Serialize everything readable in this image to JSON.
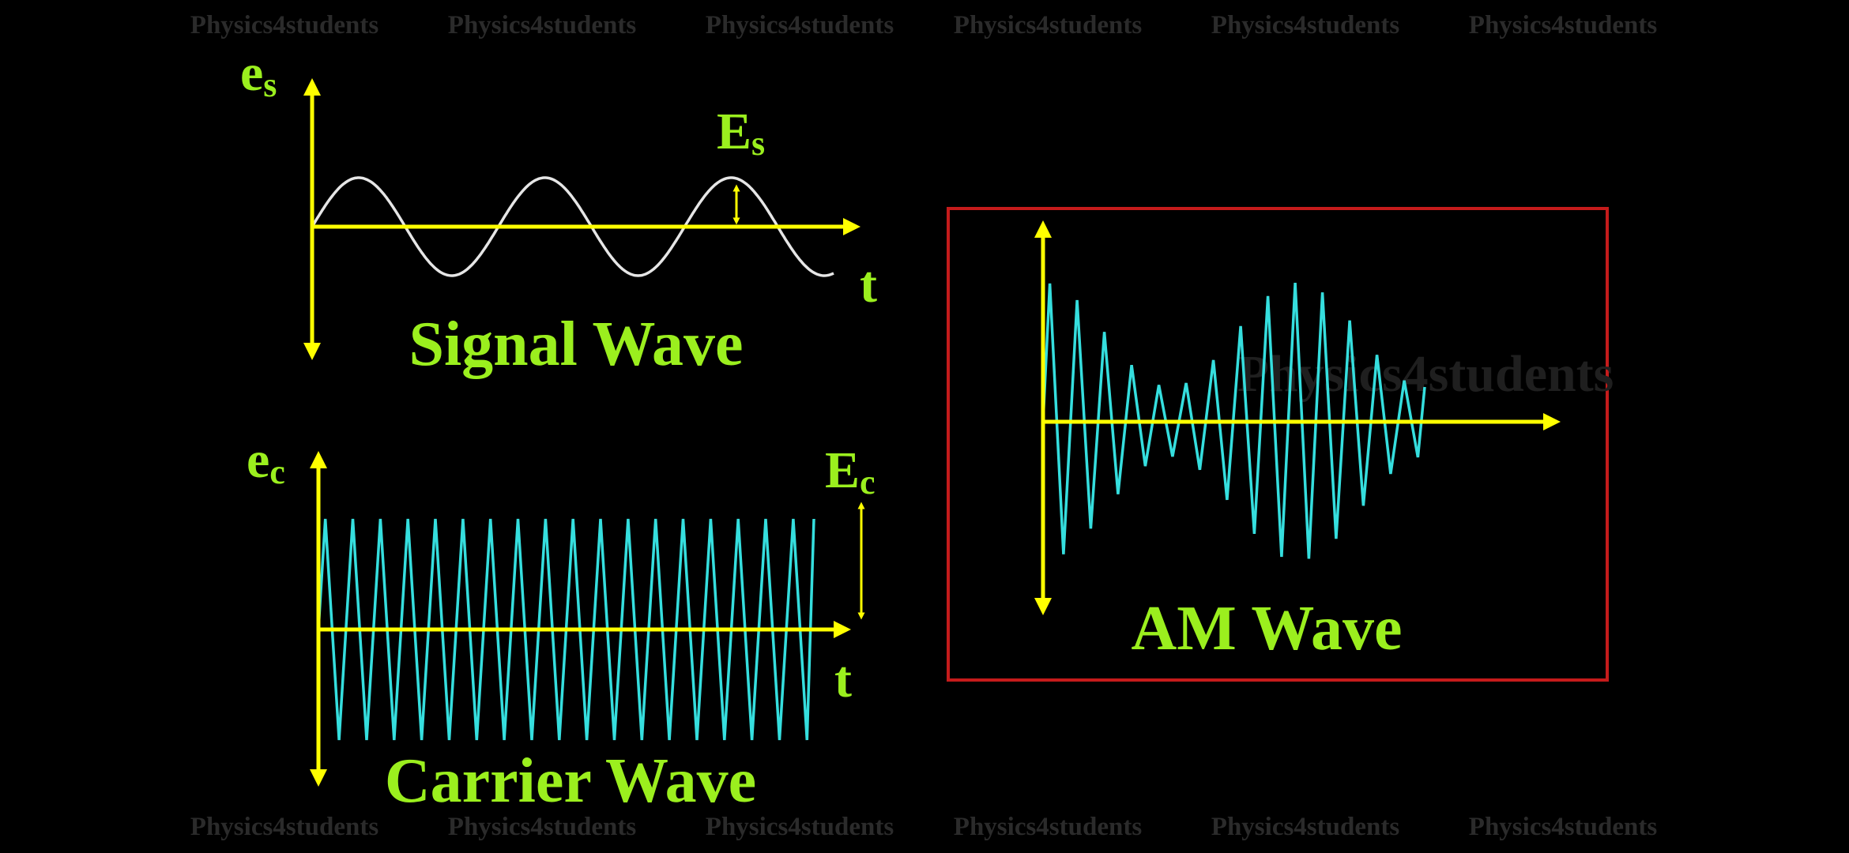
{
  "watermark": {
    "text": "Physics4students",
    "big_text": "Physics4students",
    "color": "#2b2b2b"
  },
  "colors": {
    "background": "#000000",
    "axis": "#ffff00",
    "label": "#9bef1e",
    "signal_wave": "#e6e6e6",
    "carrier_wave": "#35dede",
    "am_wave": "#35dede",
    "frame": "#c51b1b"
  },
  "signal": {
    "title": "Signal Wave",
    "y_axis_label": "e",
    "y_axis_subscript": "s",
    "x_axis_label": "t",
    "amplitude_label": "E",
    "amplitude_subscript": "s",
    "cycles": 2.8
  },
  "carrier": {
    "title": "Carrier Wave",
    "y_axis_label": "e",
    "y_axis_subscript": "c",
    "x_axis_label": "t",
    "amplitude_label": "E",
    "amplitude_subscript": "c",
    "cycles": 18
  },
  "am": {
    "title": "AM Wave",
    "carrier_cycles": 14,
    "modulation_cycles": 1.5,
    "modulation_index": 0.6
  }
}
